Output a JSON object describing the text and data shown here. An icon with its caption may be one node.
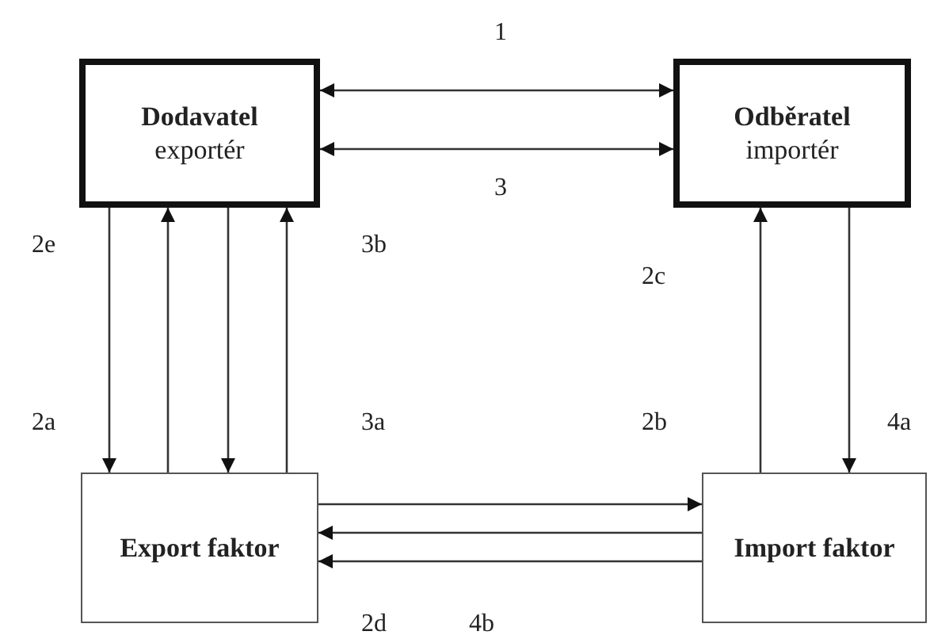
{
  "diagram": {
    "nodes": [
      {
        "text": [
          "Dodavatel",
          "exportér"
        ]
      },
      {
        "text": [
          "Odběratel",
          "importér"
        ]
      },
      {
        "text": [
          "Export faktor"
        ]
      },
      {
        "text": [
          "Import faktor"
        ]
      }
    ],
    "edges": [
      {
        "from": 0,
        "to": 1,
        "arrow": "both"
      },
      {
        "from": 0,
        "to": 1,
        "arrow": "both"
      },
      {
        "from": 0,
        "to": 2,
        "arrow": "to"
      },
      {
        "from": 2,
        "to": 0,
        "arrow": "to"
      },
      {
        "from": 0,
        "to": 2,
        "arrow": "to"
      },
      {
        "from": 2,
        "to": 0,
        "arrow": "to"
      },
      {
        "from": 2,
        "to": 3,
        "arrow": "to"
      },
      {
        "from": 3,
        "to": 2,
        "arrow": "to"
      },
      {
        "from": 3,
        "to": 2,
        "arrow": "to"
      },
      {
        "from": 3,
        "to": 1,
        "arrow": "to"
      },
      {
        "from": 1,
        "to": 3,
        "arrow": "to"
      }
    ],
    "labels": [
      "1",
      "3",
      "2e",
      "3b",
      "2c",
      "2a",
      "3a",
      "2b",
      "4a",
      "2d",
      "4b"
    ]
  }
}
